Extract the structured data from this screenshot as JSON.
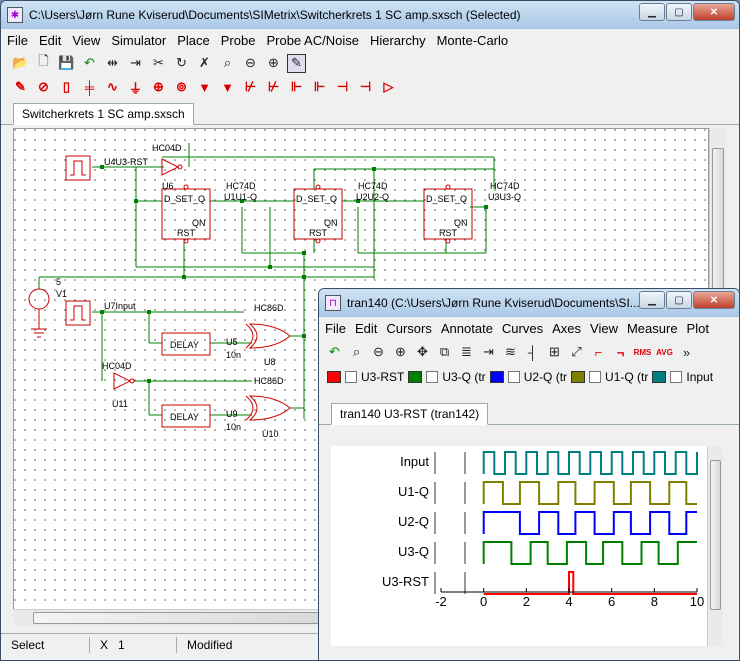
{
  "main": {
    "title": "C:\\Users\\Jørn Rune Kviserud\\Documents\\SIMetrix\\Switcherkrets 1 SC amp.sxsch (Selected)",
    "menu": [
      "File",
      "Edit",
      "View",
      "Simulator",
      "Place",
      "Probe",
      "Probe AC/Noise",
      "Hierarchy",
      "Monte-Carlo"
    ],
    "tab": "Switcherkrets 1 SC amp.sxsch",
    "status": {
      "mode": "Select",
      "x_label": "X",
      "x_value": "1",
      "modified": "Modified"
    }
  },
  "schematic": {
    "labels": {
      "u4u3rst": "U4U3-RST",
      "u6name": "HC04D",
      "u6": "U6",
      "ff1type": "HC74D",
      "ff1net": "U1U1-Q",
      "ff2type": "HC74D",
      "ff2net": "U2U2-Q",
      "ff3type": "HC74D",
      "ff3net": "U3U3-Q",
      "dset": "D_SET_Q",
      "qn": "QN",
      "rst": "RST",
      "v1": "V1",
      "v1val": "5",
      "u7": "U7Input",
      "u8type": "HC86D",
      "u8": "U8",
      "u5": "U5",
      "u5val": "10n",
      "delay1": "DELAY",
      "u11type": "HC04D",
      "u11": "U11",
      "u10type": "HC86D",
      "u10": "U10",
      "u9": "U9",
      "u9val": "10n",
      "delay2": "DELAY"
    }
  },
  "graph": {
    "title": "tran140 (C:\\Users\\Jørn Rune Kviserud\\Documents\\SI...",
    "menu": [
      "File",
      "Edit",
      "Cursors",
      "Annotate",
      "Curves",
      "Axes",
      "View",
      "Measure",
      "Plot"
    ],
    "legend": [
      {
        "label": "U3-RST",
        "color": "#ff0000"
      },
      {
        "label": "U3-Q (tr",
        "color": "#008000"
      },
      {
        "label": "U2-Q (tr",
        "color": "#0000ff"
      },
      {
        "label": "U1-Q (tr",
        "color": "#808000"
      },
      {
        "label": "Input",
        "color": "#008080"
      }
    ],
    "tab": "tran140 U3-RST (tran142)"
  },
  "chart_data": {
    "type": "line",
    "xlim": [
      -2,
      10
    ],
    "x_ticks": [
      -2,
      0,
      2,
      4,
      6,
      8,
      10
    ],
    "series": [
      {
        "name": "Input",
        "color": "#008080",
        "x": [
          0,
          0,
          0.5,
          0.5,
          1,
          1,
          1.5,
          1.5,
          2,
          2,
          2.5,
          2.5,
          3,
          3,
          3.5,
          3.5,
          4,
          4,
          4.5,
          4.5,
          5,
          5,
          5.5,
          5.5,
          6,
          6,
          6.5,
          6.5,
          7,
          7,
          7.5,
          7.5,
          8,
          8,
          8.5,
          8.5,
          9,
          9,
          9.5,
          9.5,
          10,
          10
        ],
        "y": [
          0,
          1,
          1,
          0,
          0,
          1,
          1,
          0,
          0,
          1,
          1,
          0,
          0,
          1,
          1,
          0,
          0,
          1,
          1,
          0,
          0,
          1,
          1,
          0,
          0,
          1,
          1,
          0,
          0,
          1,
          1,
          0,
          0,
          1,
          1,
          0,
          0,
          1,
          1,
          0,
          0,
          1
        ]
      },
      {
        "name": "U1-Q",
        "color": "#808000",
        "x": [
          0,
          0,
          0.9,
          0.9,
          1.7,
          1.7,
          2.6,
          2.6,
          3.5,
          3.5,
          4.3,
          4.3,
          5.2,
          5.2,
          6.1,
          6.1,
          6.9,
          6.9,
          7.8,
          7.8,
          8.7,
          8.7,
          9.5,
          9.5,
          10
        ],
        "y": [
          0,
          1,
          1,
          0,
          0,
          1,
          1,
          0,
          0,
          1,
          1,
          0,
          0,
          1,
          1,
          0,
          0,
          1,
          1,
          0,
          0,
          1,
          1,
          0,
          0
        ]
      },
      {
        "name": "U2-Q",
        "color": "#0000ff",
        "x": [
          0,
          0,
          1.7,
          1.7,
          2.6,
          2.6,
          3.5,
          3.5,
          4.3,
          4.3,
          5.2,
          5.2,
          6.1,
          6.1,
          6.9,
          6.9,
          7.8,
          7.8,
          8.7,
          8.7,
          9.5,
          9.5,
          10
        ],
        "y": [
          0,
          1,
          1,
          0,
          0,
          1,
          1,
          0,
          0,
          1,
          1,
          0,
          0,
          1,
          1,
          0,
          0,
          1,
          1,
          0,
          0,
          1,
          1
        ]
      },
      {
        "name": "U3-Q",
        "color": "#008000",
        "x": [
          0,
          0,
          1.3,
          1.3,
          2.2,
          2.2,
          3.0,
          3.0,
          3.9,
          3.9,
          4.8,
          4.8,
          5.6,
          5.6,
          6.5,
          6.5,
          7.4,
          7.4,
          8.2,
          8.2,
          9.1,
          9.1,
          10
        ],
        "y": [
          0,
          1,
          1,
          0,
          0,
          1,
          1,
          0,
          0,
          1,
          1,
          0,
          0,
          1,
          1,
          0,
          0,
          1,
          1,
          0,
          0,
          1,
          1
        ]
      },
      {
        "name": "U3-RST",
        "color": "#ff0000",
        "x": [
          0,
          4.0,
          4.0,
          4.2,
          4.2,
          10
        ],
        "y": [
          0,
          0,
          1,
          1,
          0,
          0
        ]
      }
    ]
  }
}
